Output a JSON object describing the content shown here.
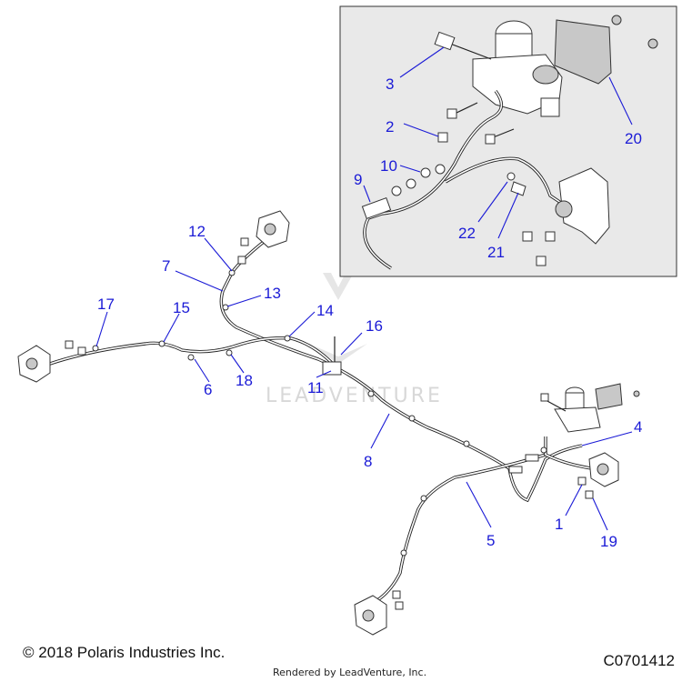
{
  "copyright": "© 2018 Polaris Industries Inc.",
  "diagram_id": "C0701412",
  "rendered_by": "Rendered by LeadVenture, Inc.",
  "watermark": "LEADVENTURE",
  "callouts": [
    "1",
    "2",
    "3",
    "4",
    "5",
    "6",
    "7",
    "8",
    "9",
    "10",
    "11",
    "12",
    "13",
    "14",
    "15",
    "16",
    "17",
    "18",
    "19",
    "20",
    "21",
    "22"
  ]
}
